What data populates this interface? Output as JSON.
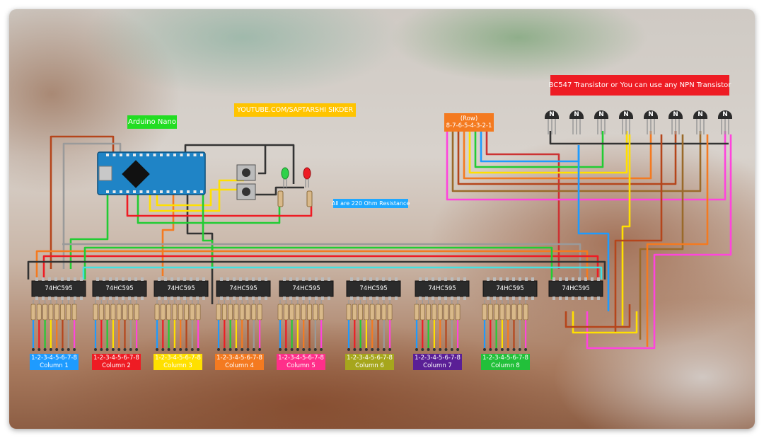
{
  "labels": {
    "arduino": "Arduino Nano",
    "youtube": "YOUTUBE.COM/SAPTARSHI SIKDER",
    "transistor": "BC547 Transistor or You can use any NPN Transistor",
    "resistance": "All are 220 Ohm Resistance",
    "row_title": "(Row)",
    "row_pins": "8-7-6-5-4-3-2-1"
  },
  "chip_label": "74HC595",
  "transistor_mark": "N",
  "columns": [
    {
      "pins": "1-2-3-4-5-6-7-8",
      "name": "Column 1",
      "color": "#1e9bff"
    },
    {
      "pins": "1-2-3-4-5-6-7-8",
      "name": "Column 2",
      "color": "#ee1c24"
    },
    {
      "pins": "1-2-3-4-5-6-7-8",
      "name": "Column 3",
      "color": "#ffe000"
    },
    {
      "pins": "1-2-3-4-5-6-7-8",
      "name": "Column 4",
      "color": "#f47a20"
    },
    {
      "pins": "1-2-3-4-5-6-7-8",
      "name": "Column 5",
      "color": "#ff2f8a"
    },
    {
      "pins": "1-2-3-4-5-6-7-8",
      "name": "Column 6",
      "color": "#a6a61c"
    },
    {
      "pins": "1-2-3-4-5-6-7-8",
      "name": "Column 7",
      "color": "#5a1f96"
    },
    {
      "pins": "1-2-3-4-5-6-7-8",
      "name": "Column 8",
      "color": "#22c03a"
    }
  ],
  "colors": {
    "led_green": "#2fd24a",
    "led_red": "#ee1c24",
    "arduino_board": "#1f84c6"
  }
}
